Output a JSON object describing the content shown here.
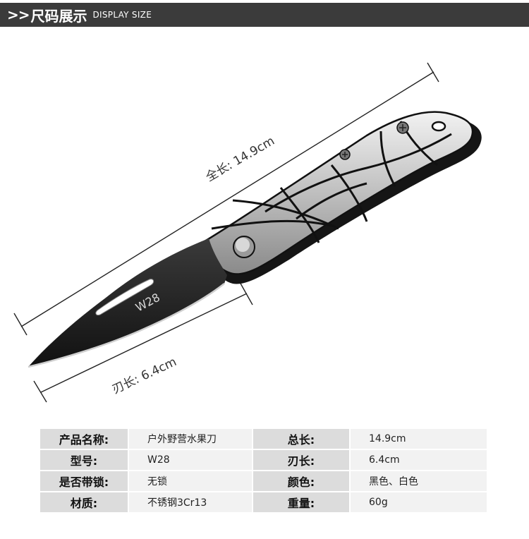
{
  "header": {
    "arrows": ">>",
    "title_cn": "尺码展示",
    "title_en": "DISPLAY SIZE"
  },
  "product": {
    "model_mark": "W28",
    "total_length_label": "全长: 14.9cm",
    "blade_length_label": "刃长: 6.4cm"
  },
  "specs": [
    {
      "label1": "产品名称:",
      "value1": "户外野营水果刀",
      "label2": "总长:",
      "value2": "14.9cm"
    },
    {
      "label1": "型号:",
      "value1": "W28",
      "label2": "刃长:",
      "value2": "6.4cm"
    },
    {
      "label1": "是否带锁:",
      "value1": "无锁",
      "label2": "颜色:",
      "value2": "黑色、白色"
    },
    {
      "label1": "材质:",
      "value1": "不锈钢3Cr13",
      "label2": "重量:",
      "value2": "60g"
    }
  ],
  "colors": {
    "header_bg": "#3b3b3b",
    "label_bg": "#dcdcdc",
    "value_bg": "#f2f2f2",
    "blade": "#1f1f1f",
    "handle_silver": "#c8c8c8"
  }
}
